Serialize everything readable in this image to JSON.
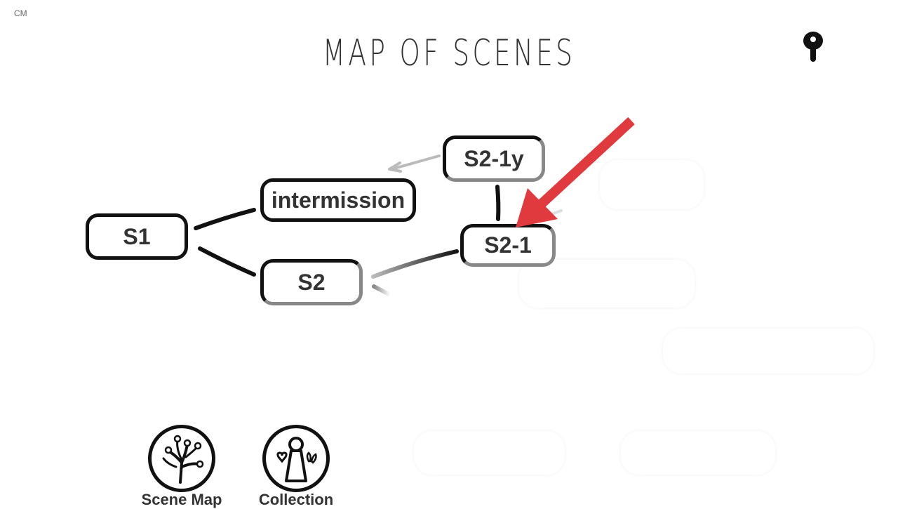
{
  "corner_label": "CM",
  "title": "MAP OF SCENES",
  "icons": {
    "pin": "pin-icon",
    "arrow": "red-arrow-pointer",
    "scene_map": "tree-icon",
    "collection": "figure-with-hearts-icon"
  },
  "colors": {
    "accent_arrow": "#e0393e",
    "node_border": "#111111",
    "node_text": "#333333",
    "locked_link": "#bbbbbb"
  },
  "nodes": {
    "s1": "S1",
    "intermission": "intermission",
    "s2": "S2",
    "s2_1": "S2-1",
    "s2_1y": "S2-1y"
  },
  "nav": {
    "scene_map": "Scene Map",
    "collection": "Collection"
  }
}
